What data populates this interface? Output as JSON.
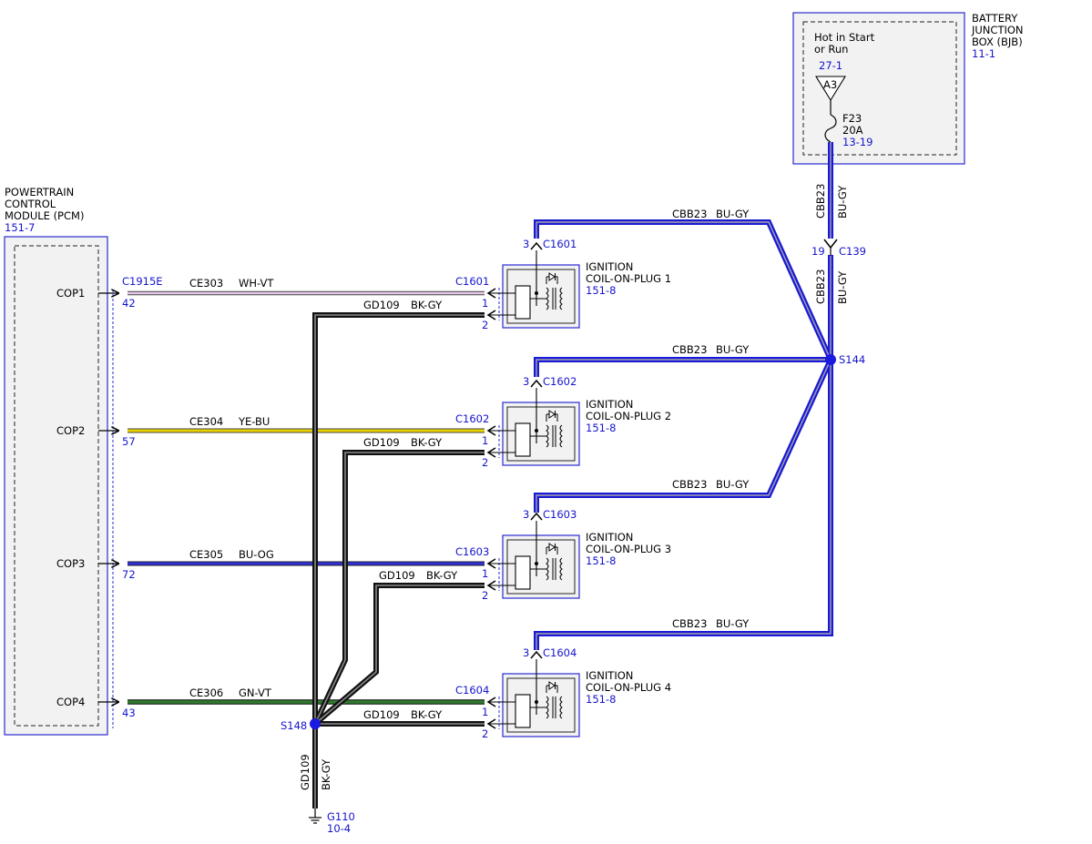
{
  "pcm": {
    "title_lines": [
      "POWERTRAIN",
      "CONTROL",
      "MODULE (PCM)"
    ],
    "ref": "151-7",
    "connector": "C1915E",
    "pins": [
      {
        "label": "COP1",
        "pin": "42"
      },
      {
        "label": "COP2",
        "pin": "57"
      },
      {
        "label": "COP3",
        "pin": "72"
      },
      {
        "label": "COP4",
        "pin": "43"
      }
    ]
  },
  "bjb": {
    "title_lines": [
      "BATTERY",
      "JUNCTION",
      "BOX (BJB)"
    ],
    "ref": "11-1",
    "hot_lines": [
      "Hot in Start",
      "or Run"
    ],
    "hot_ref": "27-1",
    "terminal": "A3",
    "fuse": "F23",
    "fuse_rating": "20A",
    "fuse_ref": "13-19"
  },
  "feed": {
    "circuit": "CBB23",
    "color": "BU-GY",
    "connector": "C139",
    "pin": "19",
    "splice": "S144"
  },
  "coils": [
    {
      "title1": "IGNITION",
      "title2": "COIL-ON-PLUG 1",
      "ref": "151-8",
      "connector": "C1601",
      "pin_signal": "1",
      "pin_ground": "2",
      "pin_feed": "3",
      "signal_circuit": "CE303",
      "signal_color": "WH-VT",
      "ground_circuit": "GD109",
      "ground_color": "BK-GY",
      "feed_circuit": "CBB23",
      "feed_color": "BU-GY"
    },
    {
      "title1": "IGNITION",
      "title2": "COIL-ON-PLUG 2",
      "ref": "151-8",
      "connector": "C1602",
      "pin_signal": "1",
      "pin_ground": "2",
      "pin_feed": "3",
      "signal_circuit": "CE304",
      "signal_color": "YE-BU",
      "ground_circuit": "GD109",
      "ground_color": "BK-GY",
      "feed_circuit": "CBB23",
      "feed_color": "BU-GY"
    },
    {
      "title1": "IGNITION",
      "title2": "COIL-ON-PLUG 3",
      "ref": "151-8",
      "connector": "C1603",
      "pin_signal": "1",
      "pin_ground": "2",
      "pin_feed": "3",
      "signal_circuit": "CE305",
      "signal_color": "BU-OG",
      "ground_circuit": "GD109",
      "ground_color": "BK-GY",
      "feed_circuit": "CBB23",
      "feed_color": "BU-GY"
    },
    {
      "title1": "IGNITION",
      "title2": "COIL-ON-PLUG 4",
      "ref": "151-8",
      "connector": "C1604",
      "pin_signal": "1",
      "pin_ground": "2",
      "pin_feed": "3",
      "signal_circuit": "CE306",
      "signal_color": "GN-VT",
      "ground_circuit": "GD109",
      "ground_color": "BK-GY",
      "feed_circuit": "CBB23",
      "feed_color": "BU-GY"
    }
  ],
  "ground": {
    "splice": "S148",
    "circuit": "GD109",
    "color": "BK-GY",
    "point": "G110",
    "ref": "10-4"
  },
  "colors": {
    "link_text": "#1414cc",
    "wire_blue": "#1a1ad6",
    "wire_black": "#111111",
    "wire_wh_vt": "#c89cc8",
    "wire_ye_bu": "#c8b400",
    "wire_bu_og": "#2a2ad0",
    "wire_gn_vt": "#2e6e2e",
    "module_fill": "#f2f2f2",
    "module_border": "#2a2ad0"
  }
}
